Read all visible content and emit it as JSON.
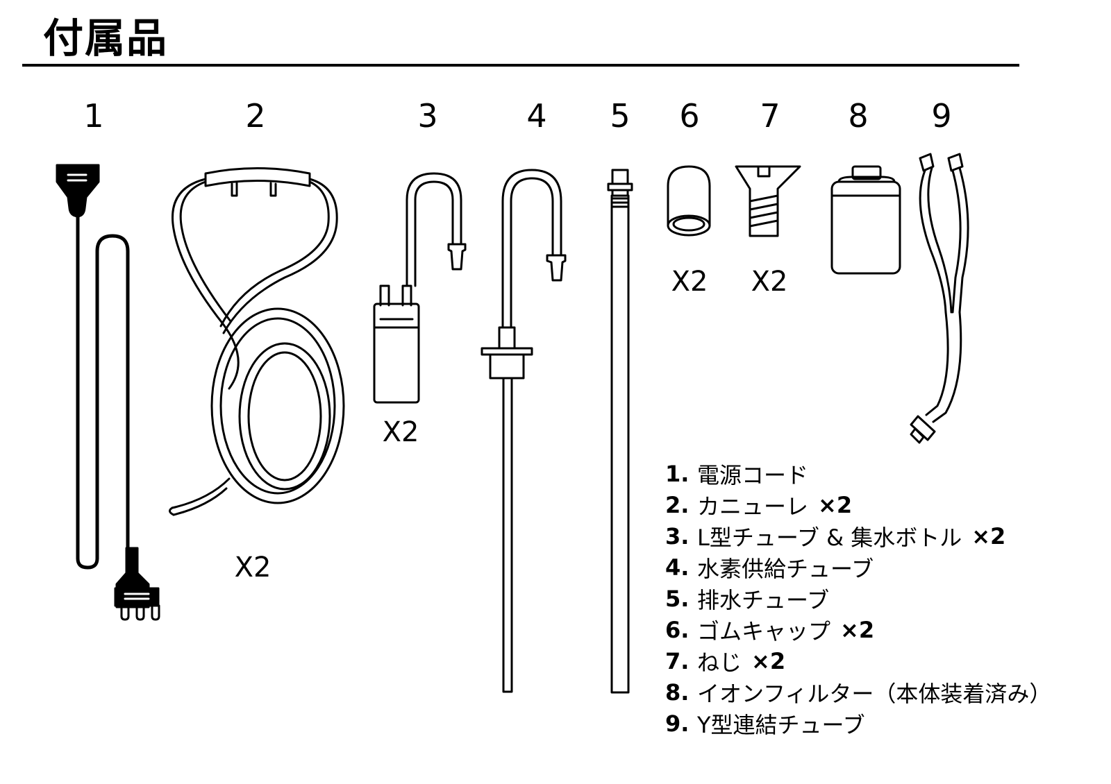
{
  "title": "付属品",
  "items": [
    {
      "num": "1"
    },
    {
      "num": "2"
    },
    {
      "num": "3"
    },
    {
      "num": "4"
    },
    {
      "num": "5"
    },
    {
      "num": "6"
    },
    {
      "num": "7"
    },
    {
      "num": "8"
    },
    {
      "num": "9"
    }
  ],
  "quantities": {
    "item2": "X2",
    "item3": "X2",
    "item6": "X2",
    "item7": "X2"
  },
  "legend": [
    {
      "num": "1.",
      "text": "電源コード",
      "qty": ""
    },
    {
      "num": "2.",
      "text": "カニューレ",
      "qty": "×2"
    },
    {
      "num": "3.",
      "text": "L型チューブ & 集水ボトル",
      "qty": "×2"
    },
    {
      "num": "4.",
      "text": "水素供給チューブ",
      "qty": ""
    },
    {
      "num": "5.",
      "text": "排水チューブ",
      "qty": ""
    },
    {
      "num": "6.",
      "text": "ゴムキャップ",
      "qty": "×2"
    },
    {
      "num": "7.",
      "text": "ねじ",
      "qty": "×2"
    },
    {
      "num": "8.",
      "text": "イオンフィルター（本体装着済み）",
      "qty": ""
    },
    {
      "num": "9.",
      "text": "Y型連結チューブ",
      "qty": ""
    }
  ]
}
